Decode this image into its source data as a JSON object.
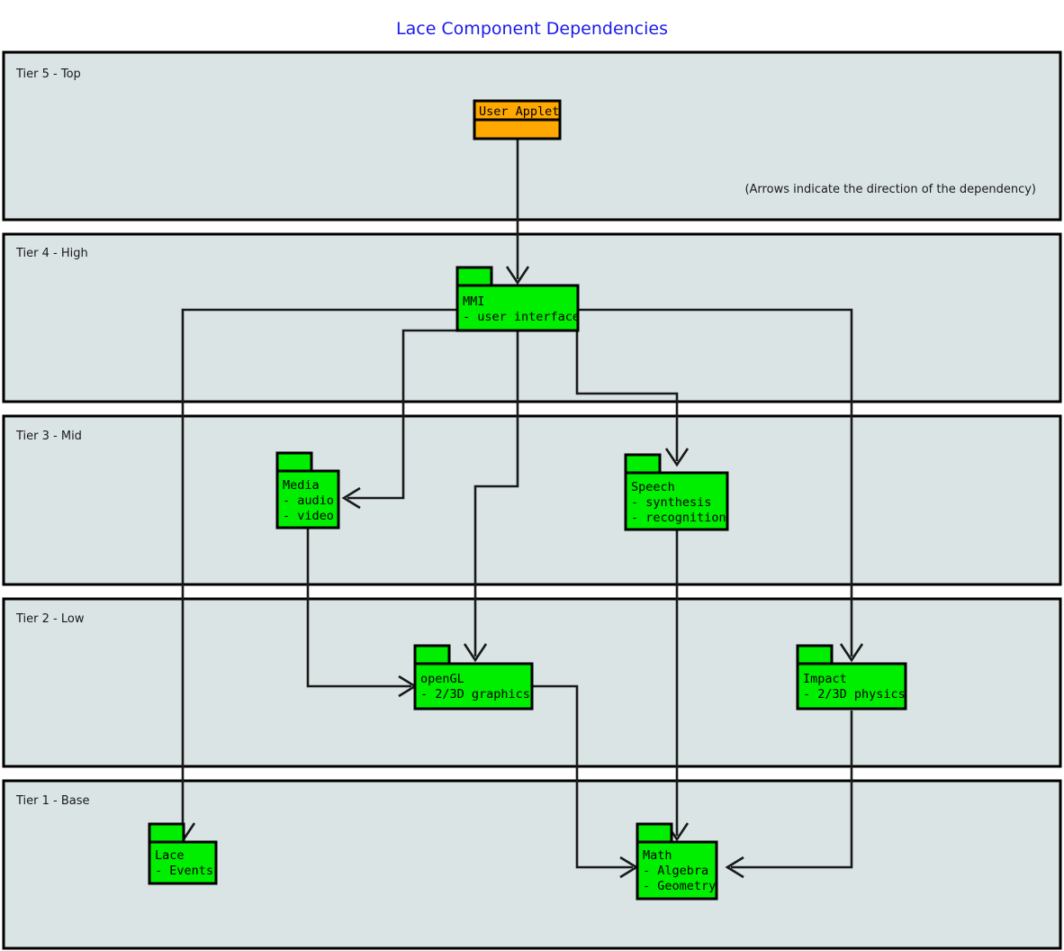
{
  "title": "Lace Component Dependencies",
  "note": "(Arrows indicate the direction of the dependency)",
  "colors": {
    "title": "#1a1aee",
    "tier_fill": "#dae4e4",
    "package_green": "#00ee00",
    "package_orange": "#ffa800",
    "stroke": "#000000"
  },
  "tiers": [
    {
      "id": "tier5",
      "label": "Tier 5 - Top"
    },
    {
      "id": "tier4",
      "label": "Tier 4 - High"
    },
    {
      "id": "tier3",
      "label": "Tier 3 - Mid"
    },
    {
      "id": "tier2",
      "label": "Tier 2 - Low"
    },
    {
      "id": "tier1",
      "label": "Tier 1 - Base"
    }
  ],
  "packages": [
    {
      "id": "user_applet",
      "tier": "Tier 5 - Top",
      "color": "orange",
      "name": "User Applet",
      "lines": []
    },
    {
      "id": "mmi",
      "tier": "Tier 4 - High",
      "color": "green",
      "name": "MMI",
      "lines": [
        "- user interface"
      ]
    },
    {
      "id": "media",
      "tier": "Tier 3 - Mid",
      "color": "green",
      "name": "Media",
      "lines": [
        "- audio",
        "- video"
      ]
    },
    {
      "id": "speech",
      "tier": "Tier 3 - Mid",
      "color": "green",
      "name": "Speech",
      "lines": [
        "- synthesis",
        "- recognition"
      ]
    },
    {
      "id": "opengl",
      "tier": "Tier 2 - Low",
      "color": "green",
      "name": "openGL",
      "lines": [
        "- 2/3D graphics"
      ]
    },
    {
      "id": "impact",
      "tier": "Tier 2 - Low",
      "color": "green",
      "name": "Impact",
      "lines": [
        "- 2/3D physics"
      ]
    },
    {
      "id": "lace",
      "tier": "Tier 1 - Base",
      "color": "green",
      "name": "Lace",
      "lines": [
        "- Events"
      ]
    },
    {
      "id": "math",
      "tier": "Tier 1 - Base",
      "color": "green",
      "name": "Math",
      "lines": [
        "- Algebra",
        "- Geometry"
      ]
    }
  ],
  "dependencies": [
    {
      "from": "User Applet",
      "to": "MMI"
    },
    {
      "from": "MMI",
      "to": "Lace"
    },
    {
      "from": "MMI",
      "to": "Media"
    },
    {
      "from": "MMI",
      "to": "openGL"
    },
    {
      "from": "MMI",
      "to": "Speech"
    },
    {
      "from": "MMI",
      "to": "Math"
    },
    {
      "from": "Media",
      "to": "openGL"
    },
    {
      "from": "Speech",
      "to": "Math"
    },
    {
      "from": "openGL",
      "to": "Math"
    },
    {
      "from": "Impact",
      "to": "Math"
    }
  ]
}
